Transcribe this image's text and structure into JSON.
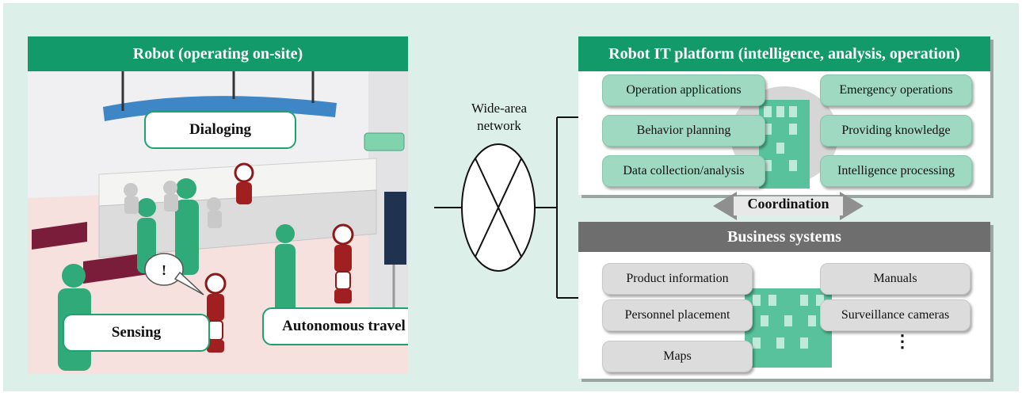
{
  "robot_panel": {
    "title": "Robot (operating on-site)",
    "callouts": {
      "dialoging": "Dialoging",
      "sensing": "Sensing",
      "travel": "Autonomous travel"
    },
    "exclamation": "!"
  },
  "network": {
    "label_line1": "Wide-area",
    "label_line2": "network"
  },
  "platform": {
    "title": "Robot IT platform (intelligence, analysis, operation)",
    "left_items": [
      "Operation applications",
      "Behavior planning",
      "Data collection/analysis"
    ],
    "right_items": [
      "Emergency operations",
      "Providing knowledge",
      "Intelligence processing"
    ]
  },
  "coordination": {
    "label": "Coordination"
  },
  "business": {
    "title": "Business systems",
    "left_items": [
      "Product information",
      "Personnel placement",
      "Maps"
    ],
    "right_items": [
      "Manuals",
      "Surveillance cameras"
    ],
    "ellipsis": "⋮"
  },
  "colors": {
    "green_header": "#129a6b",
    "gray_header": "#6e6e6e",
    "background": "#dcefe8",
    "green_pill": "#9fd9c1",
    "gray_pill": "#dcdcdc"
  }
}
